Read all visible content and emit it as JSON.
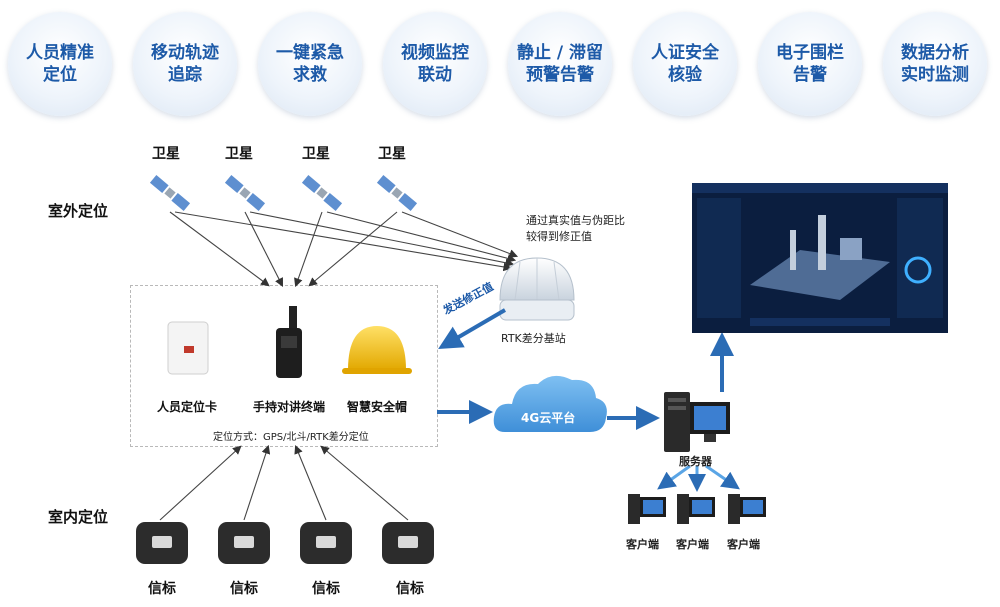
{
  "features": [
    {
      "line1": "人员精准",
      "line2": "定位"
    },
    {
      "line1": "移动轨迹",
      "line2": "追踪"
    },
    {
      "line1": "一键紧急",
      "line2": "求救"
    },
    {
      "line1": "视频监控",
      "line2": "联动"
    },
    {
      "line1": "静止 / 滞留",
      "line2": "预警告警"
    },
    {
      "line1": "人证安全",
      "line2": "核验"
    },
    {
      "line1": "电子围栏",
      "line2": "告警"
    },
    {
      "line1": "数据分析",
      "line2": "实时监测"
    }
  ],
  "satellites": [
    "卫星",
    "卫星",
    "卫星",
    "卫星"
  ],
  "outdoor_label": "室外定位",
  "indoor_label": "室内定位",
  "rtk": {
    "note_line1": "通过真实值与伪距比",
    "note_line2": "较得到修正值",
    "label": "RTK差分基站",
    "send_label": "发送修正值"
  },
  "devices": [
    {
      "label": "人员定位卡"
    },
    {
      "label": "手持对讲终端"
    },
    {
      "label": "智慧安全帽"
    }
  ],
  "positioning_method": "定位方式：GPS/北斗/RTK差分定位",
  "cloud_label": "4G云平台",
  "server_label": "服务器",
  "clients": [
    "客户端",
    "客户端",
    "客户端"
  ],
  "beacons": [
    "信标",
    "信标",
    "信标",
    "信标"
  ],
  "colors": {
    "accent": "#1d5aa8",
    "arrow": "#2b6cb5",
    "cloud": "#4f9de0",
    "screen": "#0b1e3f"
  }
}
